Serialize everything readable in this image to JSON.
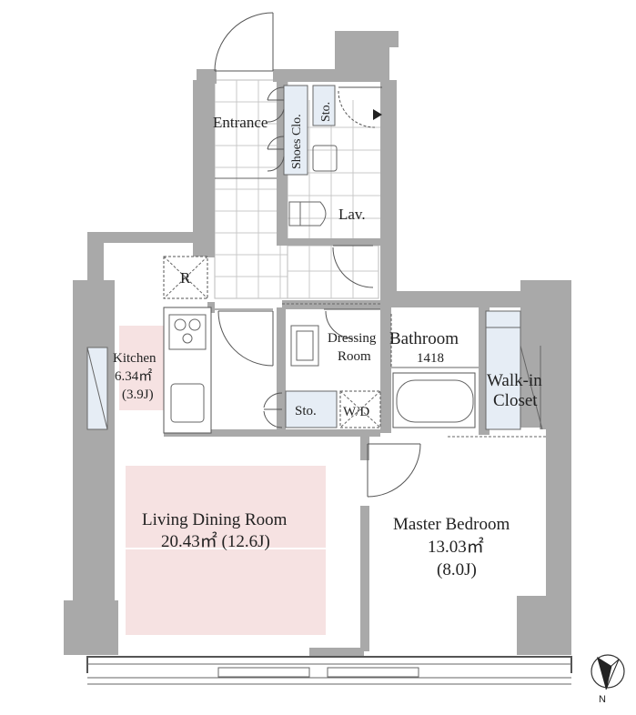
{
  "rooms": {
    "entrance": "Entrance",
    "shoes_closet": "Shoes Clo.",
    "storage_top": "Sto.",
    "lavatory": "Lav.",
    "refrigerator": "R",
    "kitchen_name": "Kitchen",
    "kitchen_area": "6.34㎡",
    "kitchen_jo": "(3.9J)",
    "dressing_line1": "Dressing",
    "dressing_line2": "Room",
    "bathroom_name": "Bathroom",
    "bathroom_size": "1418",
    "walkin_line1": "Walk-in",
    "walkin_line2": "Closet",
    "storage_mid": "Sto.",
    "washer": "W/D",
    "living_name": "Living Dining Room",
    "living_area": "20.43㎡ (12.6J)",
    "master_name": "Master Bedroom",
    "master_area": "13.03㎡",
    "master_jo": "(8.0J)"
  },
  "compass": {
    "label": "N"
  },
  "colors": {
    "wall": "#a9a9a9",
    "highlight": "#f6e2e2",
    "storage": "#e6edf5"
  }
}
